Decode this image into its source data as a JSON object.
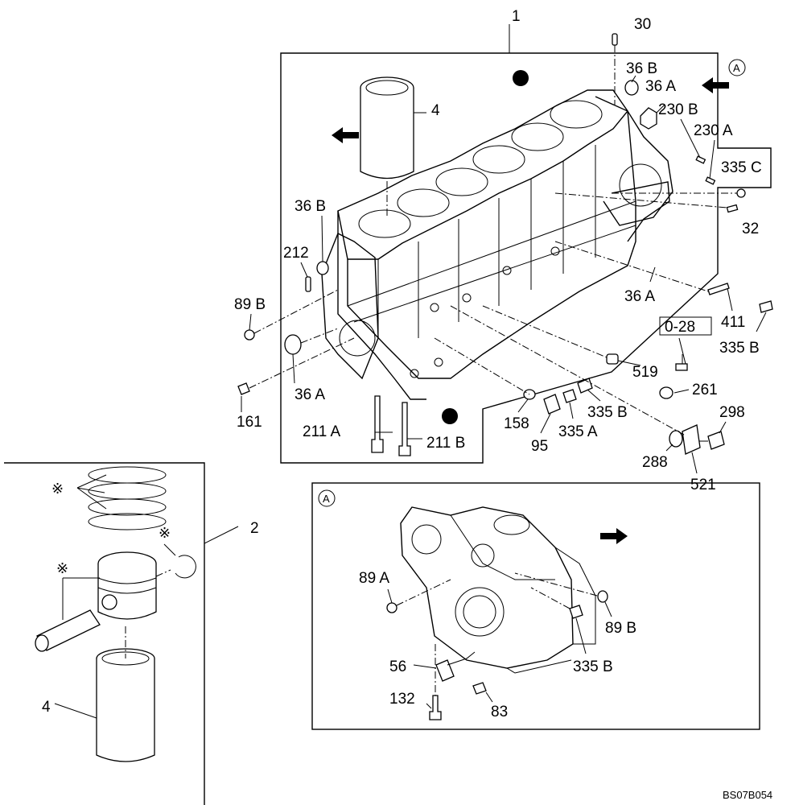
{
  "diagram": {
    "drawing_code": "BS07B054",
    "view_marker": "A",
    "part_code_box": "0-28",
    "reference_symbol": "※",
    "labels": {
      "p1": "1",
      "p2": "2",
      "p4_top": "4",
      "p4_bottom": "4",
      "p30": "30",
      "p36b_top": "36 B",
      "p36a_top": "36 A",
      "p230b": "230 B",
      "p230a": "230 A",
      "p335c": "335 C",
      "p32": "32",
      "p36b_left": "36 B",
      "p212": "212",
      "p89b_left": "89 B",
      "p36a_right": "36 A",
      "p411": "411",
      "p335b_right": "335 B",
      "p519": "519",
      "p261": "261",
      "p36a_left": "36 A",
      "p161": "161",
      "p211a": "211 A",
      "p211b": "211 B",
      "p158": "158",
      "p95": "95",
      "p335a": "335 A",
      "p335b_mid": "335 B",
      "p298": "298",
      "p288": "288",
      "p521": "521",
      "p89a": "89 A",
      "p89b_inset": "89 B",
      "p335b_inset": "335 B",
      "p56": "56",
      "p132": "132",
      "p83": "83"
    }
  }
}
